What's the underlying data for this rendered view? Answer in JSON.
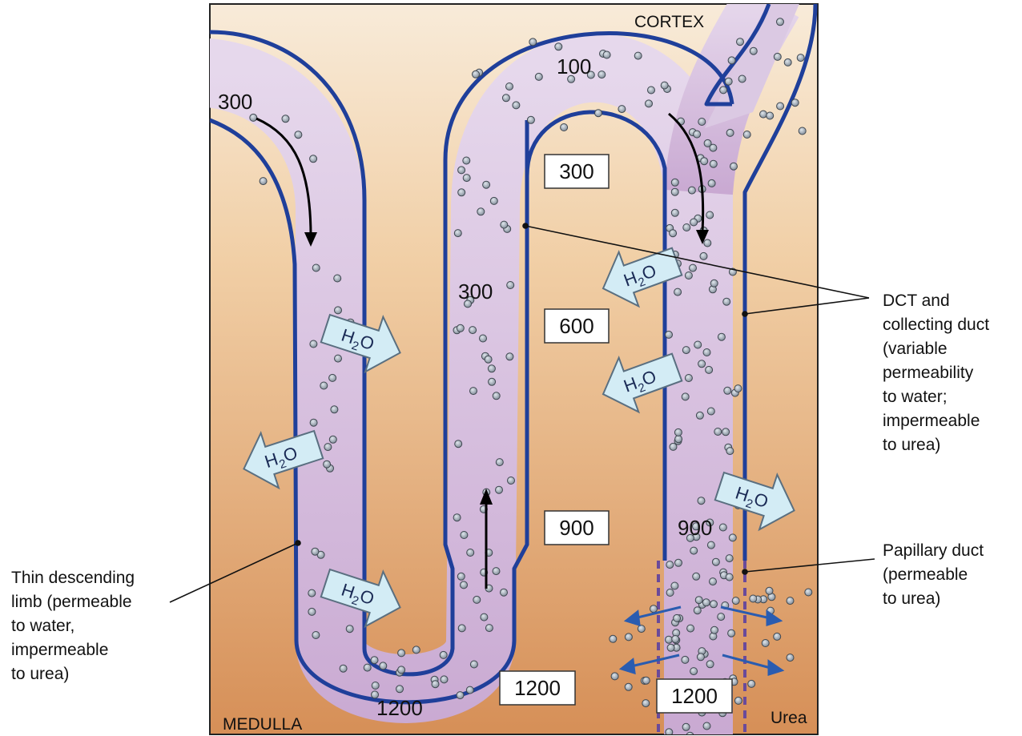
{
  "regions": {
    "cortex": "CORTEX",
    "medulla": "MEDULLA"
  },
  "osmolarity": {
    "descending_top": "300",
    "ascending_mid": "300",
    "loop_bottom": "1200",
    "dct_top": "100",
    "collecting_lower": "900"
  },
  "interstitial_boxes": [
    "300",
    "600",
    "900",
    "1200",
    "1200"
  ],
  "water_label": "H",
  "water_subscript": "2",
  "water_suffix": "O",
  "urea_label": "Urea",
  "callouts": {
    "dct_line1": "DCT and",
    "dct_line2": "collecting duct",
    "dct_line3": "(variable",
    "dct_line4": "permeability",
    "dct_line5": "to water;",
    "dct_line6": "impermeable",
    "dct_line7": "to urea)",
    "papillary_line1": "Papillary duct",
    "papillary_line2": "(permeable",
    "papillary_line3": "to urea)",
    "thin_line1": "Thin descending",
    "thin_line2": "limb (permeable",
    "thin_line3": "to water,",
    "thin_line4": "impermeable",
    "thin_line5": "to urea)"
  },
  "colors": {
    "tube_fill": "#d9c3e0",
    "tube_wall": "#1f3f9a",
    "cortex_bg": "#f7e7d3",
    "medulla_bg": "#d9955e",
    "arrow_fill": "#d3ecf5",
    "dot": "#9aa3ad"
  }
}
